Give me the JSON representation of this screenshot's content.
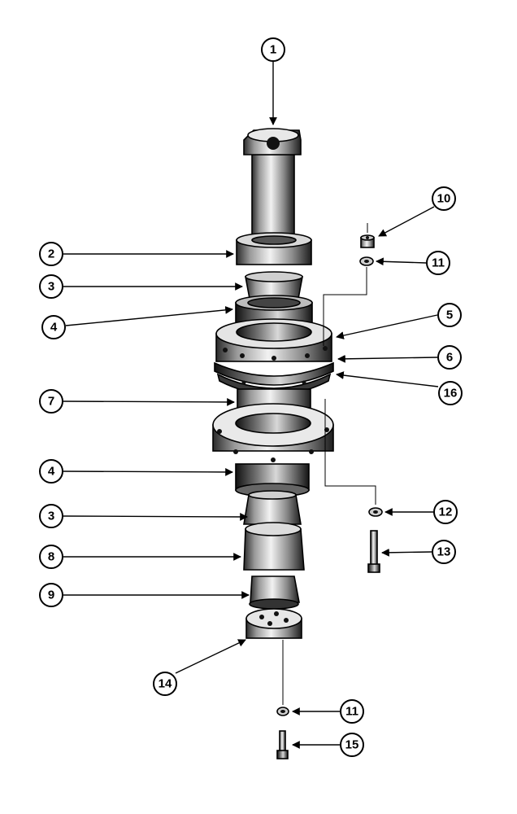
{
  "diagram": {
    "callouts": [
      {
        "label": "1"
      },
      {
        "label": "2"
      },
      {
        "label": "3"
      },
      {
        "label": "4"
      },
      {
        "label": "5"
      },
      {
        "label": "6"
      },
      {
        "label": "7"
      },
      {
        "label": "4"
      },
      {
        "label": "3"
      },
      {
        "label": "8"
      },
      {
        "label": "9"
      },
      {
        "label": "10"
      },
      {
        "label": "11"
      },
      {
        "label": "12"
      },
      {
        "label": "13"
      },
      {
        "label": "14"
      },
      {
        "label": "11"
      },
      {
        "label": "15"
      },
      {
        "label": "16"
      }
    ],
    "colors": {
      "ink": "#000000",
      "paper": "#ffffff",
      "shade": "#6b6b6b"
    }
  }
}
